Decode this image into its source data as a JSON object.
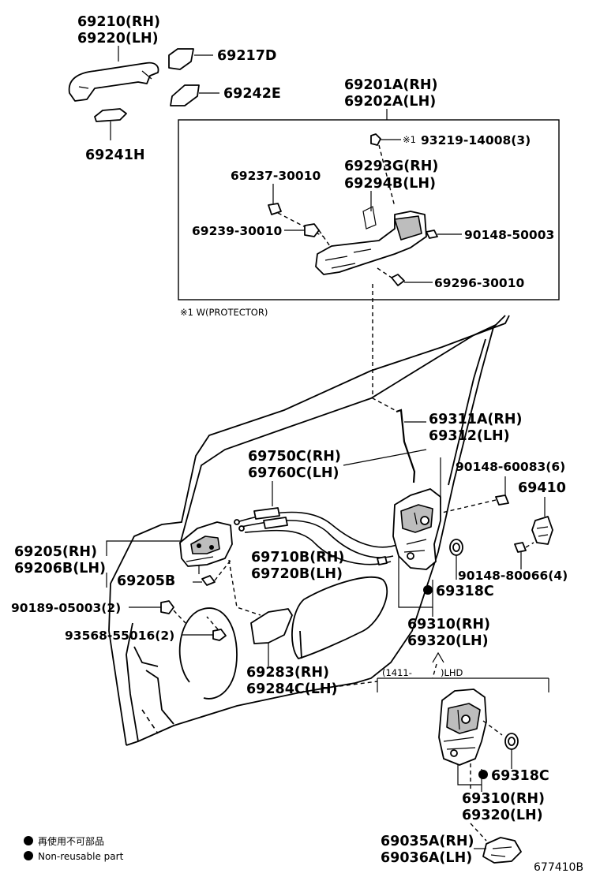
{
  "labels": {
    "handle_outer": [
      "69210(RH)",
      "69220(LH)"
    ],
    "cap_d": "69217D",
    "cap_e": "69242E",
    "handle_pad": "69241H",
    "frame_assy": [
      "69201A(RH)",
      "69202A(LH)"
    ],
    "protector_mark": "※1",
    "screw_93219": "93219-14008(3)",
    "part_69237": "69237-30010",
    "frame_69293": [
      "69293G(RH)",
      "69294B(LH)"
    ],
    "part_69239": "69239-30010",
    "bolt_90148_50003": "90148-50003",
    "part_69296": "69296-30010",
    "protector_note": "※1 W(PROTECTOR)",
    "rod": [
      "69311A(RH)",
      "69312(LH)"
    ],
    "cable_upper": [
      "69750C(RH)",
      "69760C(LH)"
    ],
    "bolt_90148_60083": "90148-60083(6)",
    "striker": "69410",
    "inner_handle": [
      "69205(RH)",
      "69206B(LH)"
    ],
    "cable_lower": [
      "69710B(RH)",
      "69720B(LH)"
    ],
    "bezel": "69205B",
    "bolt_90148_80066": "90148-80066(4)",
    "washer_top": "69318C",
    "clip_90189": "90189-05003(2)",
    "lock_top": [
      "69310(RH)",
      "69320(LH)"
    ],
    "screw_93568": "93568-55016(2)",
    "cover": [
      "69283(RH)",
      "69284C(LH)"
    ],
    "lhd_code": "(1411-",
    "lhd": ")LHD",
    "washer_lower": "69318C",
    "lock_lower": [
      "69310(RH)",
      "69320(LH)"
    ],
    "lock_cover": [
      "69035A(RH)",
      "69036A(LH)"
    ]
  },
  "legend": {
    "jp": "再使用不可部品",
    "en": "Non-reusable part"
  },
  "diagram_id": "677410B"
}
